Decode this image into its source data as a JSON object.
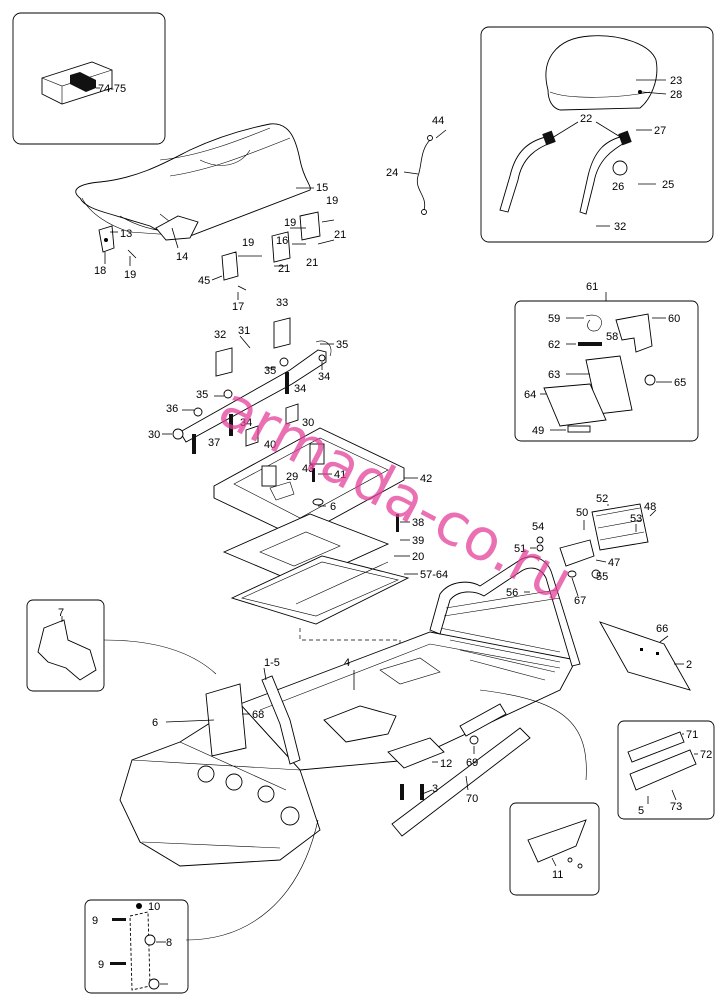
{
  "watermark": "armada-co.ru",
  "callouts": [
    {
      "id": "c-74-75",
      "text": "74-75"
    },
    {
      "id": "c-15",
      "text": "15"
    },
    {
      "id": "c-13",
      "text": "13"
    },
    {
      "id": "c-14",
      "text": "14"
    },
    {
      "id": "c-18",
      "text": "18"
    },
    {
      "id": "c-19a",
      "text": "19"
    },
    {
      "id": "c-19b",
      "text": "19"
    },
    {
      "id": "c-19c",
      "text": "19"
    },
    {
      "id": "c-19d",
      "text": "19"
    },
    {
      "id": "c-16",
      "text": "16"
    },
    {
      "id": "c-21a",
      "text": "21"
    },
    {
      "id": "c-21b",
      "text": "21"
    },
    {
      "id": "c-21c",
      "text": "21"
    },
    {
      "id": "c-17",
      "text": "17"
    },
    {
      "id": "c-45",
      "text": "45"
    },
    {
      "id": "c-44",
      "text": "44"
    },
    {
      "id": "c-24",
      "text": "24"
    },
    {
      "id": "c-23",
      "text": "23"
    },
    {
      "id": "c-28",
      "text": "28"
    },
    {
      "id": "c-22",
      "text": "22"
    },
    {
      "id": "c-27",
      "text": "27"
    },
    {
      "id": "c-26",
      "text": "26"
    },
    {
      "id": "c-25",
      "text": "25"
    },
    {
      "id": "c-32a",
      "text": "32"
    },
    {
      "id": "c-32b",
      "text": "32"
    },
    {
      "id": "c-33",
      "text": "33"
    },
    {
      "id": "c-31",
      "text": "31"
    },
    {
      "id": "c-35a",
      "text": "35"
    },
    {
      "id": "c-35b",
      "text": "35"
    },
    {
      "id": "c-35c",
      "text": "35"
    },
    {
      "id": "c-36",
      "text": "36"
    },
    {
      "id": "c-34a",
      "text": "34"
    },
    {
      "id": "c-34b",
      "text": "34"
    },
    {
      "id": "c-34c",
      "text": "34"
    },
    {
      "id": "c-37",
      "text": "37"
    },
    {
      "id": "c-30a",
      "text": "30"
    },
    {
      "id": "c-30b",
      "text": "30"
    },
    {
      "id": "c-40",
      "text": "40"
    },
    {
      "id": "c-42",
      "text": "42"
    },
    {
      "id": "c-43",
      "text": "43"
    },
    {
      "id": "c-41",
      "text": "41"
    },
    {
      "id": "c-29",
      "text": "29"
    },
    {
      "id": "c-6a",
      "text": "6"
    },
    {
      "id": "c-38",
      "text": "38"
    },
    {
      "id": "c-39",
      "text": "39"
    },
    {
      "id": "c-20",
      "text": "20"
    },
    {
      "id": "c-57-64",
      "text": "57-64"
    },
    {
      "id": "c-61",
      "text": "61"
    },
    {
      "id": "c-59",
      "text": "59"
    },
    {
      "id": "c-60",
      "text": "60"
    },
    {
      "id": "c-62",
      "text": "62"
    },
    {
      "id": "c-58",
      "text": "58"
    },
    {
      "id": "c-63",
      "text": "63"
    },
    {
      "id": "c-65",
      "text": "65"
    },
    {
      "id": "c-64",
      "text": "64"
    },
    {
      "id": "c-49",
      "text": "49"
    },
    {
      "id": "c-52",
      "text": "52"
    },
    {
      "id": "c-48",
      "text": "48"
    },
    {
      "id": "c-50",
      "text": "50"
    },
    {
      "id": "c-53",
      "text": "53"
    },
    {
      "id": "c-54",
      "text": "54"
    },
    {
      "id": "c-51",
      "text": "51"
    },
    {
      "id": "c-47",
      "text": "47"
    },
    {
      "id": "c-55",
      "text": "55"
    },
    {
      "id": "c-56",
      "text": "56"
    },
    {
      "id": "c-67",
      "text": "67"
    },
    {
      "id": "c-66",
      "text": "66"
    },
    {
      "id": "c-2",
      "text": "2"
    },
    {
      "id": "c-7",
      "text": "7"
    },
    {
      "id": "c-1-5",
      "text": "1-5"
    },
    {
      "id": "c-4",
      "text": "4"
    },
    {
      "id": "c-6b",
      "text": "6"
    },
    {
      "id": "c-68",
      "text": "68"
    },
    {
      "id": "c-12",
      "text": "12"
    },
    {
      "id": "c-69",
      "text": "69"
    },
    {
      "id": "c-3",
      "text": "3"
    },
    {
      "id": "c-70",
      "text": "70"
    },
    {
      "id": "c-71",
      "text": "71"
    },
    {
      "id": "c-72",
      "text": "72"
    },
    {
      "id": "c-73",
      "text": "73"
    },
    {
      "id": "c-5",
      "text": "5"
    },
    {
      "id": "c-11",
      "text": "11"
    },
    {
      "id": "c-10",
      "text": "10"
    },
    {
      "id": "c-9a",
      "text": "9"
    },
    {
      "id": "c-8",
      "text": "8"
    },
    {
      "id": "c-9b",
      "text": "9"
    }
  ]
}
